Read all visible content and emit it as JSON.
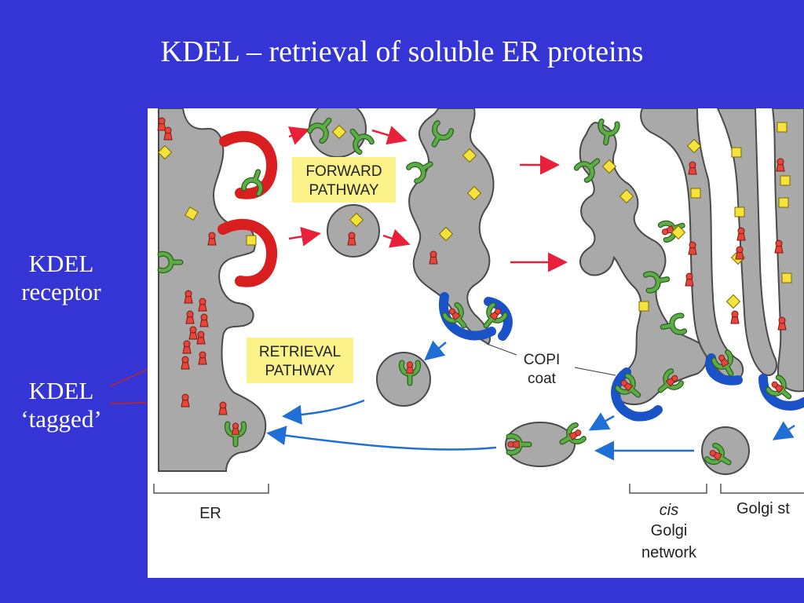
{
  "title": "KDEL – retrieval of soluble ER proteins",
  "side_labels": {
    "receptor_line1": "KDEL",
    "receptor_line2": "receptor",
    "tagged_line1": "KDEL",
    "tagged_line2": "‘tagged’"
  },
  "diagram": {
    "forward_line1": "FORWARD",
    "forward_line2": "PATHWAY",
    "retrieval_line1": "RETRIEVAL",
    "retrieval_line2": "PATHWAY",
    "copi_line1": "COPI",
    "copi_line2": "coat",
    "er_label": "ER",
    "cis_label": "cis",
    "golgi_label": "Golgi",
    "network_label": "network",
    "golgi_stack_label": "Golgi st"
  },
  "colors": {
    "background": "#3535d6",
    "membrane": "#a9a9a9",
    "forward_arrow": "#e8203a",
    "retrieval_arrow": "#1f6fd6",
    "coat_red": "#d81e1e",
    "coat_blue": "#1a52c8",
    "receptor": "#4e9a3a",
    "kdel_cargo": "#e8453c",
    "other_cargo": "#f5e23a",
    "label_box": "#fbf38a"
  }
}
